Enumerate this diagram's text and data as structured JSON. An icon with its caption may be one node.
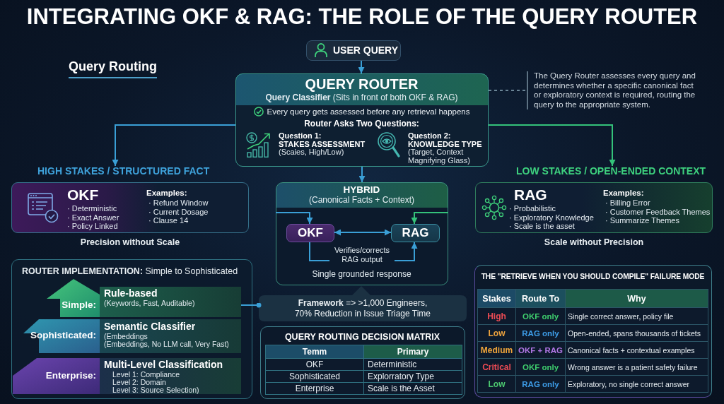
{
  "diagram": {
    "title": "INTEGRATING OKF & RAG: THE ROLE OF THE QUERY ROUTER",
    "nodes": [
      {
        "text": [
          "USER QUERY"
        ]
      },
      {
        "text": [
          "QUERY ROUTER",
          "**Query Classifier** (Sits in front of both OKF & RAG)",
          "Every query gets assessed before any retrieval happens",
          "Router Asks Two Questions:",
          "Question 1:",
          "STAKES ASSESSMENT",
          "(Scaies, High/Low)",
          "Question 2:",
          "KNOWLEDGE TYPE",
          "(Target, Context Magnifying Glass)"
        ]
      },
      {
        "text": [
          "The Query Router assesses every query and determines whether a specific canonical fact or exploratory context is required, routing the query to the appropriate system."
        ]
      },
      {
        "text": [
          "HIGH STAKES / STRUCTURED FACT",
          "OKF",
          "· Deterministic",
          "· Exact Answer",
          "· Policy Linked",
          "Examples:",
          "· Refund Window",
          "· Current Dosage",
          "· Clause 14"
        ],
        "beside": [
          "Precision without Scale"
        ]
      },
      {
        "text": [
          "HYBRID",
          "(Canonical Facts + Context)",
          "Single grounded response"
        ]
      },
      {
        "text": [
          "OKF"
        ],
        "in": 4
      },
      {
        "text": [
          "RAG"
        ],
        "in": 4
      },
      {
        "text": [
          "LOW STAKES / OPEN-ENDED CONTEXT",
          "RAG",
          "· Probabilistic",
          "· Exploratory Knowledge",
          "· Scale is the asset",
          "Examples:",
          "· Billing Error",
          "· Customer Feedback Themes",
          "· Summarize Themes"
        ],
        "beside": [
          "Scale without Precision"
        ]
      },
      {
        "text": [
          "**ROUTER IMPLEMENTATION:** Simple to Sophisticated"
        ]
      },
      {
        "text": [
          "Simple:",
          "Rule-based",
          "(Keywords, Fast, Auditable)"
        ],
        "in": 8
      },
      {
        "text": [
          "Sophisticated:",
          "Semantic Classifier",
          "(Embeddings",
          "(Embeddings, No LLM call, Very Fast)"
        ],
        "in": 8
      },
      {
        "text": [
          "Enterprise:",
          "Multi-Level Classification",
          "Level 1: Compliance",
          "Level 2: Domain",
          "Level 3: Source Selection)"
        ],
        "in": 8
      },
      {
        "text": [
          "**Framework** => >1,000 Engineers, 70% Reduction in Issue Triage Time"
        ]
      },
      {
        "text": [
          "QUERY ROUTING DECISION MATRIX"
        ]
      },
      {
        "text": [
          "THE \"RETRIEVE WHEN YOU SHOULD COMPILE\" FAILURE MODE"
        ]
      }
    ],
    "edges": [
      {
        "from": 0,
        "to": 1,
        "arrow": "to"
      },
      {
        "from": 1,
        "to": 2,
        "arrow": "none",
        "style": "dashed",
        "color": "#6b8596"
      },
      {
        "from": 1,
        "to": 3,
        "arrow": "to"
      },
      {
        "from": 1,
        "to": 7,
        "arrow": "to",
        "color": "#34c27a"
      },
      {
        "from": 1,
        "to": 4,
        "arrow": "to"
      },
      {
        "from": 4,
        "to": 5,
        "arrow": "to"
      },
      {
        "from": 4,
        "to": 6,
        "arrow": "to",
        "color": "#34c27a"
      },
      {
        "from": 5,
        "to": 6,
        "arrow": "both"
      },
      {
        "from": 5,
        "to": 6,
        "arrow": "to",
        "label": "Verifies/corrects RAG output"
      },
      {
        "from": 9,
        "to": 12,
        "arrow": "other"
      }
    ],
    "labels": [
      "Query Routing",
      "Temm",
      "Primary",
      "OKF",
      "Deterministic",
      "Sophisticated",
      "Explorratory Type",
      "Enterprise",
      "Scale is the Asset",
      "Stakes",
      "Route To",
      "Why",
      "High",
      "OKF only",
      "Single correct answer, policy file",
      "Low",
      "RAG only",
      "Open-ended, spans thousands of tickets",
      "Medium",
      "OKF + RAG",
      "Canonical facts + contextual examples",
      "Critical",
      "OKF only",
      "Wrong answer is a patient safety failure",
      "Low",
      "RAG only",
      "Exploratory, no single correct answer"
    ]
  }
}
